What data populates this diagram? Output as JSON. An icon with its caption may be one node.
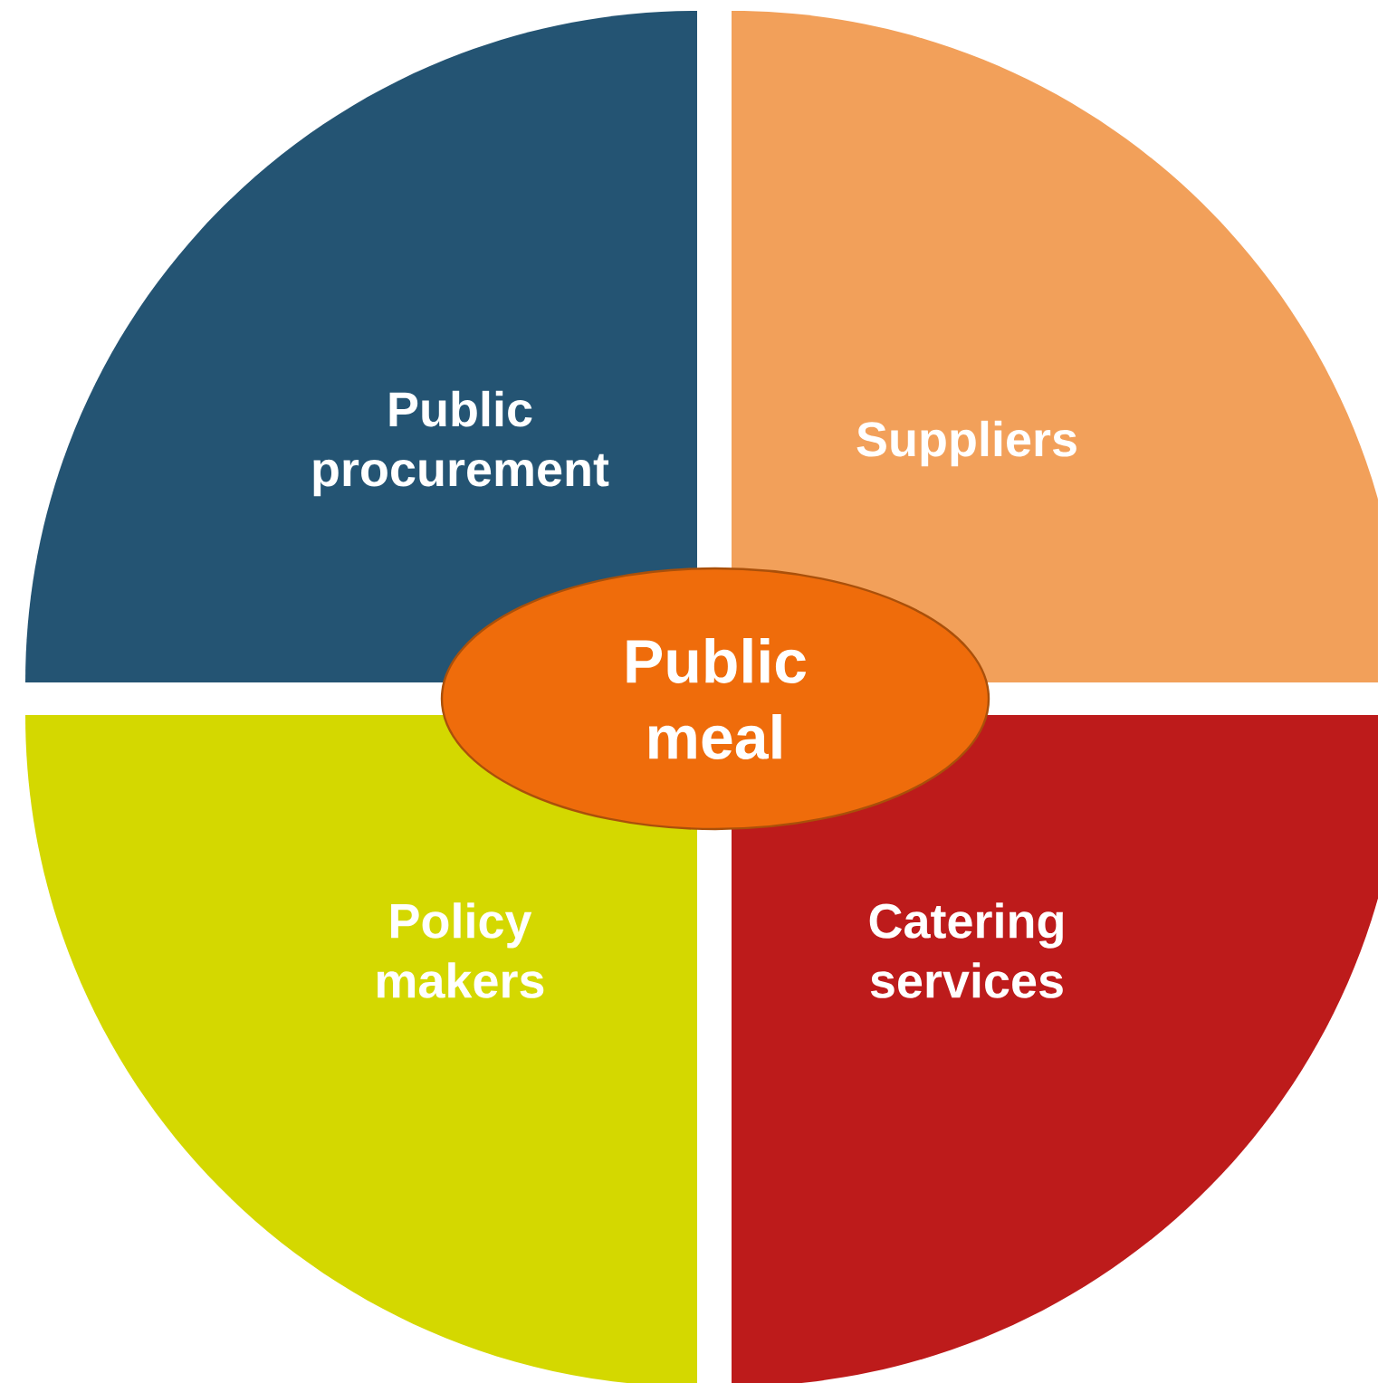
{
  "diagram": {
    "nodes": [
      {
        "text": [
          "Public procurement"
        ]
      },
      {
        "text": [
          "Suppliers"
        ]
      },
      {
        "text": [
          "Public meal"
        ]
      },
      {
        "text": [
          "Policy makers"
        ]
      },
      {
        "text": [
          "Catering services"
        ]
      }
    ]
  }
}
